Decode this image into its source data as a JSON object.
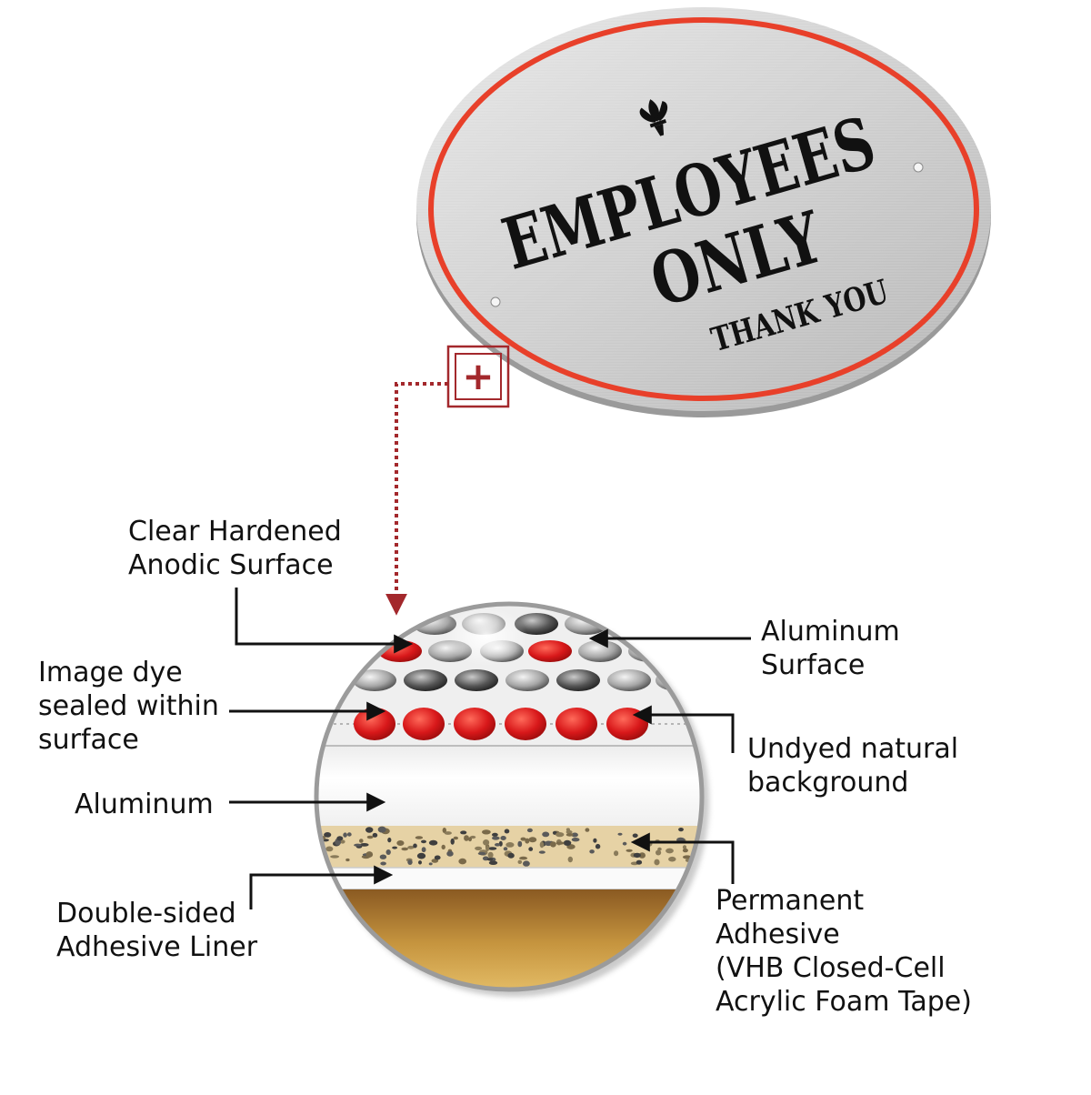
{
  "sign": {
    "line1": "EMPLOYEES",
    "line2": "ONLY",
    "line3": "THANK YOU"
  },
  "zoom_marker": {
    "glyph": "+"
  },
  "colors": {
    "sign_border": "#e8402a",
    "marker": "#a3282c",
    "dye": "#d91e1e",
    "metal_light": "#e4e4e4",
    "metal_dark": "#b9b9b9",
    "foam": "#e6d2a5",
    "backing": "#b98a3e",
    "text": "#111111"
  },
  "labels": {
    "anodic": [
      "Clear Hardened",
      "Anodic Surface"
    ],
    "image_dye": [
      "Image dye",
      "sealed within",
      "surface"
    ],
    "aluminum": [
      "Aluminum"
    ],
    "liner": [
      "Double-sided",
      "Adhesive Liner"
    ],
    "aluminum_surface": [
      "Aluminum",
      "Surface"
    ],
    "undyed": [
      "Undyed natural",
      "background"
    ],
    "permanent": [
      "Permanent",
      "Adhesive",
      "(VHB Closed-Cell",
      "Acrylic Foam Tape)"
    ]
  }
}
